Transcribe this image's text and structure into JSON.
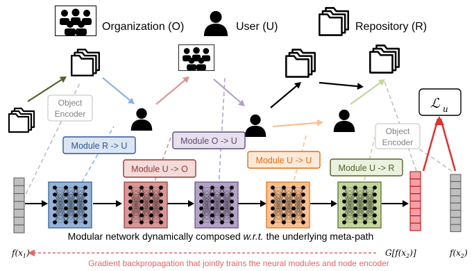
{
  "legend": {
    "organization": {
      "label": "Organization (O)",
      "icon": "group-icon"
    },
    "user": {
      "label": "User (U)",
      "icon": "person-icon"
    },
    "repository": {
      "label": "Repository (R)",
      "icon": "folder-stack-icon"
    }
  },
  "encoder_labels": {
    "left": {
      "line1": "Object",
      "line2": "Encoder"
    },
    "right": {
      "line1": "Object",
      "line2": "Encoder"
    }
  },
  "loss": {
    "symbol": "ℒ",
    "subscript": "u"
  },
  "modules": [
    {
      "label": "Module R -> U",
      "color": "#2e5597",
      "fill": "#dce6f2",
      "net_fill": "#95b3d7"
    },
    {
      "label": "Module U -> O",
      "color": "#953735",
      "fill": "#f2dcdb",
      "net_fill": "#d99694"
    },
    {
      "label": "Module O -> U",
      "color": "#5f497a",
      "fill": "#e6e0ec",
      "net_fill": "#b3a2c7"
    },
    {
      "label": "Module U -> U",
      "color": "#e46c0a",
      "fill": "#fde9d9",
      "net_fill": "#fac090"
    },
    {
      "label": "Module U -> R",
      "color": "#4f6228",
      "fill": "#ebf1de",
      "net_fill": "#c3d69b"
    }
  ],
  "caption": {
    "prefix": "Modular network dynamically composed ",
    "emphasis": "w.r.t.",
    "suffix": " the underlying meta-path"
  },
  "bottom": {
    "left_label": {
      "main": "f(x",
      "sub": "1",
      "end": ")"
    },
    "right_label": {
      "main": "f(x",
      "sub": "2",
      "end": ")"
    },
    "g_label": {
      "main": "G[f(x",
      "sub": "2",
      "end": ")]"
    },
    "gradient_text": "Gradient backpropagation that jointly trains the neural modules and node encoder",
    "gradient_color": "#e06666"
  },
  "colors": {
    "ink": "#000000",
    "dashed": "#bfbfbf",
    "arrow_green": "#4f6228",
    "arrow_blue": "#8eb4e3",
    "arrow_red": "#d99694",
    "arrow_purple": "#b3a2c7",
    "arrow_orange": "#fac090",
    "arrow_lightgreen": "#c3d69b",
    "red": "#e03030",
    "pink_vec": "#f4a0a8",
    "grey_vec": "#bfbfbf"
  }
}
